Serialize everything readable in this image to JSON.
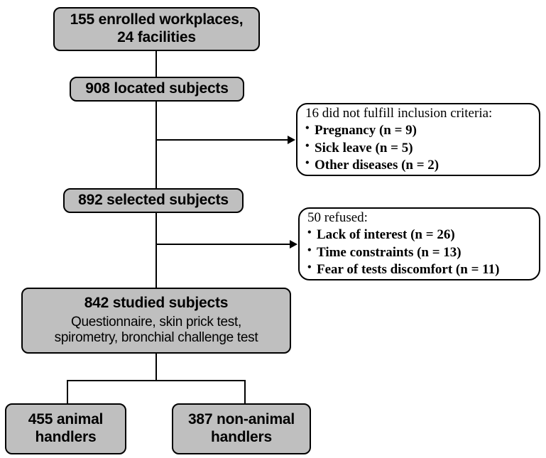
{
  "diagram": {
    "title": "Study enrollment flow chart",
    "colors": {
      "node_fill": "#bfbfbf",
      "note_fill": "#ffffff",
      "stroke": "#000000",
      "text": "#000000"
    },
    "nodes": {
      "enrolled": {
        "title": "155 enrolled workplaces,\n24 facilities"
      },
      "located": {
        "title": "908 located subjects"
      },
      "selected": {
        "title": "892 selected subjects"
      },
      "studied": {
        "title": "842 studied subjects",
        "subtitle": "Questionnaire, skin prick test,\nspirometry, bronchial challenge test"
      },
      "animal_handlers": {
        "title": "455 animal\nhandlers"
      },
      "non_animal_handlers": {
        "title": "387 non-animal\nhandlers"
      }
    },
    "notes": {
      "excluded": {
        "head": "16 did not fulfill inclusion criteria:",
        "items": [
          "Pregnancy  (n = 9)",
          "Sick leave (n = 5)",
          "Other diseases  (n = 2)"
        ]
      },
      "refused": {
        "head": "50 refused:",
        "items": [
          "Lack  of interest  (n = 26)",
          "Time constraints  (n = 13)",
          "Fear  of tests discomfort (n = 11)"
        ]
      }
    }
  }
}
